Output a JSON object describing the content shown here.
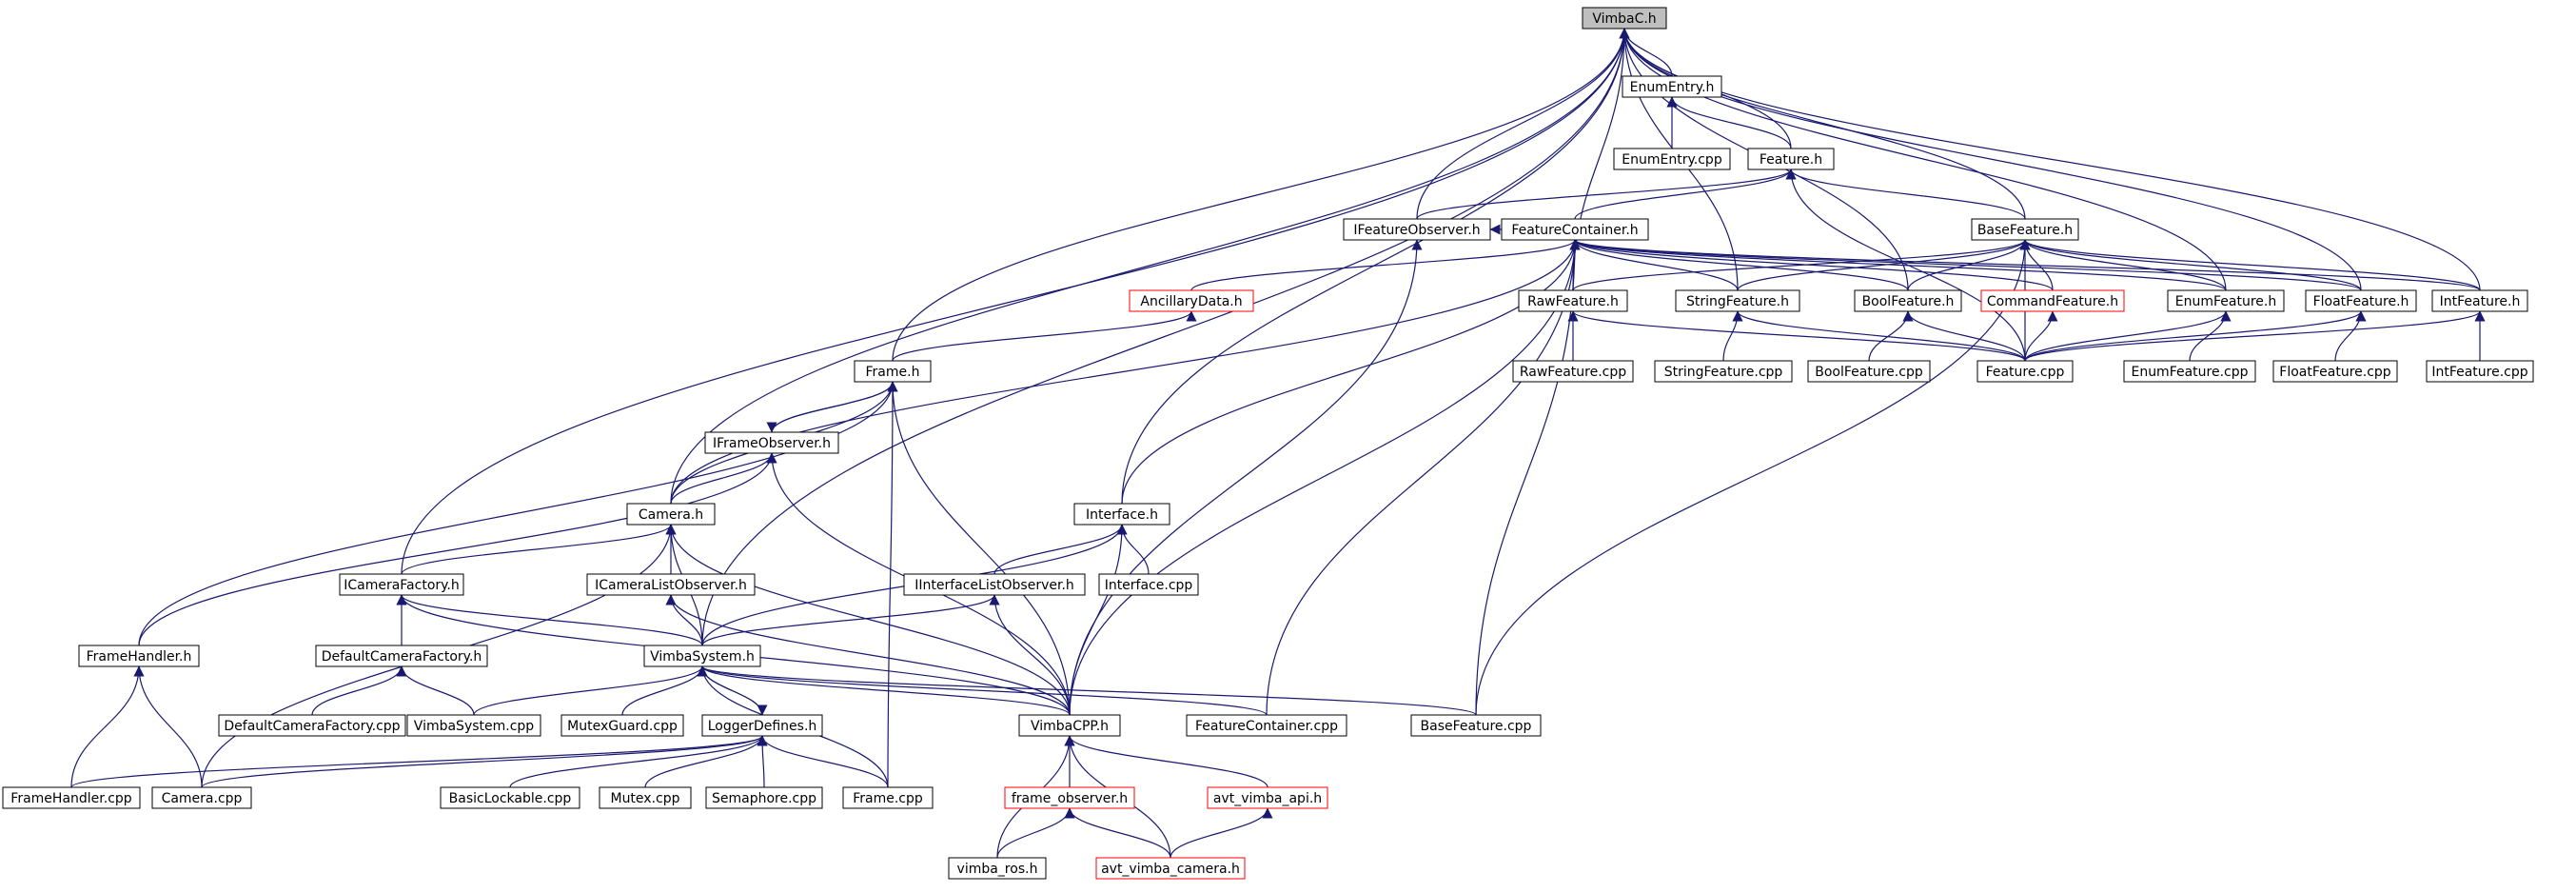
{
  "colors": {
    "edge": "#191970",
    "node_border": "#000000",
    "node_border_truncated": "#ff0000",
    "root_fill": "#bfbfbf",
    "node_fill": "#ffffff"
  },
  "nodes": [
    {
      "id": "vimbac_h",
      "label": "VimbaC.h",
      "style": "root"
    },
    {
      "id": "enumentry_h",
      "label": "EnumEntry.h",
      "style": "normal"
    },
    {
      "id": "enumentry_cpp",
      "label": "EnumEntry.cpp",
      "style": "normal"
    },
    {
      "id": "feature_h",
      "label": "Feature.h",
      "style": "normal"
    },
    {
      "id": "ifeatureobserver_h",
      "label": "IFeatureObserver.h",
      "style": "normal"
    },
    {
      "id": "featurecontainer_h",
      "label": "FeatureContainer.h",
      "style": "normal"
    },
    {
      "id": "basefeature_h",
      "label": "BaseFeature.h",
      "style": "normal"
    },
    {
      "id": "ancillarydata_h",
      "label": "AncillaryData.h",
      "style": "truncated"
    },
    {
      "id": "rawfeature_h",
      "label": "RawFeature.h",
      "style": "normal"
    },
    {
      "id": "stringfeature_h",
      "label": "StringFeature.h",
      "style": "normal"
    },
    {
      "id": "boolfeature_h",
      "label": "BoolFeature.h",
      "style": "normal"
    },
    {
      "id": "commandfeature_h",
      "label": "CommandFeature.h",
      "style": "truncated"
    },
    {
      "id": "enumfeature_h",
      "label": "EnumFeature.h",
      "style": "normal"
    },
    {
      "id": "floatfeature_h",
      "label": "FloatFeature.h",
      "style": "normal"
    },
    {
      "id": "intfeature_h",
      "label": "IntFeature.h",
      "style": "normal"
    },
    {
      "id": "rawfeature_cpp",
      "label": "RawFeature.cpp",
      "style": "normal"
    },
    {
      "id": "stringfeature_cpp",
      "label": "StringFeature.cpp",
      "style": "normal"
    },
    {
      "id": "boolfeature_cpp",
      "label": "BoolFeature.cpp",
      "style": "normal"
    },
    {
      "id": "feature_cpp",
      "label": "Feature.cpp",
      "style": "normal"
    },
    {
      "id": "enumfeature_cpp",
      "label": "EnumFeature.cpp",
      "style": "normal"
    },
    {
      "id": "floatfeature_cpp",
      "label": "FloatFeature.cpp",
      "style": "normal"
    },
    {
      "id": "intfeature_cpp",
      "label": "IntFeature.cpp",
      "style": "normal"
    },
    {
      "id": "frame_h",
      "label": "Frame.h",
      "style": "normal"
    },
    {
      "id": "iframeobserver_h",
      "label": "IFrameObserver.h",
      "style": "normal"
    },
    {
      "id": "camera_h",
      "label": "Camera.h",
      "style": "normal"
    },
    {
      "id": "interface_h",
      "label": "Interface.h",
      "style": "normal"
    },
    {
      "id": "icamerafactory_h",
      "label": "ICameraFactory.h",
      "style": "normal"
    },
    {
      "id": "icameralistobserver_h",
      "label": "ICameraListObserver.h",
      "style": "normal"
    },
    {
      "id": "iinterfacelistobserver_h",
      "label": "IInterfaceListObserver.h",
      "style": "normal"
    },
    {
      "id": "interface_cpp",
      "label": "Interface.cpp",
      "style": "normal"
    },
    {
      "id": "framehandler_h",
      "label": "FrameHandler.h",
      "style": "normal"
    },
    {
      "id": "defaultcamerafactory_h",
      "label": "DefaultCameraFactory.h",
      "style": "normal"
    },
    {
      "id": "vimbasystem_h",
      "label": "VimbaSystem.h",
      "style": "normal"
    },
    {
      "id": "defaultcamerafactory_cpp",
      "label": "DefaultCameraFactory.cpp",
      "style": "normal"
    },
    {
      "id": "vimbasystem_cpp",
      "label": "VimbaSystem.cpp",
      "style": "normal"
    },
    {
      "id": "mutexguard_cpp",
      "label": "MutexGuard.cpp",
      "style": "normal"
    },
    {
      "id": "loggerdefines_h",
      "label": "LoggerDefines.h",
      "style": "normal"
    },
    {
      "id": "vimbacpp_h",
      "label": "VimbaCPP.h",
      "style": "normal"
    },
    {
      "id": "featurecontainer_cpp",
      "label": "FeatureContainer.cpp",
      "style": "normal"
    },
    {
      "id": "basefeature_cpp",
      "label": "BaseFeature.cpp",
      "style": "normal"
    },
    {
      "id": "framehandler_cpp",
      "label": "FrameHandler.cpp",
      "style": "normal"
    },
    {
      "id": "camera_cpp",
      "label": "Camera.cpp",
      "style": "normal"
    },
    {
      "id": "basiclockable_cpp",
      "label": "BasicLockable.cpp",
      "style": "normal"
    },
    {
      "id": "mutex_cpp",
      "label": "Mutex.cpp",
      "style": "normal"
    },
    {
      "id": "semaphore_cpp",
      "label": "Semaphore.cpp",
      "style": "normal"
    },
    {
      "id": "frame_cpp",
      "label": "Frame.cpp",
      "style": "normal"
    },
    {
      "id": "frame_observer_h",
      "label": "frame_observer.h",
      "style": "truncated"
    },
    {
      "id": "avt_vimba_api_h",
      "label": "avt_vimba_api.h",
      "style": "truncated"
    },
    {
      "id": "vimba_ros_h",
      "label": "vimba_ros.h",
      "style": "normal"
    },
    {
      "id": "avt_vimba_camera_h",
      "label": "avt_vimba_camera.h",
      "style": "truncated"
    }
  ],
  "edges": [
    [
      "enumentry_h",
      "vimbac_h"
    ],
    [
      "feature_h",
      "vimbac_h"
    ],
    [
      "ifeatureobserver_h",
      "vimbac_h"
    ],
    [
      "basefeature_h",
      "vimbac_h"
    ],
    [
      "rawfeature_h",
      "vimbac_h"
    ],
    [
      "stringfeature_h",
      "vimbac_h"
    ],
    [
      "boolfeature_h",
      "vimbac_h"
    ],
    [
      "enumfeature_h",
      "vimbac_h"
    ],
    [
      "floatfeature_h",
      "vimbac_h"
    ],
    [
      "intfeature_h",
      "vimbac_h"
    ],
    [
      "frame_h",
      "vimbac_h"
    ],
    [
      "camera_h",
      "vimbac_h"
    ],
    [
      "interface_h",
      "vimbac_h"
    ],
    [
      "icamerafactory_h",
      "vimbac_h"
    ],
    [
      "vimbasystem_h",
      "vimbac_h"
    ],
    [
      "enumentry_cpp",
      "enumentry_h"
    ],
    [
      "feature_h",
      "enumentry_h"
    ],
    [
      "ifeatureobserver_h",
      "feature_h"
    ],
    [
      "featurecontainer_h",
      "feature_h"
    ],
    [
      "basefeature_h",
      "feature_h"
    ],
    [
      "feature_cpp",
      "feature_h"
    ],
    [
      "featurecontainer_h",
      "ifeatureobserver_h"
    ],
    [
      "vimbacpp_h",
      "ifeatureobserver_h"
    ],
    [
      "ancillarydata_h",
      "featurecontainer_h"
    ],
    [
      "rawfeature_h",
      "featurecontainer_h"
    ],
    [
      "stringfeature_h",
      "featurecontainer_h"
    ],
    [
      "boolfeature_h",
      "featurecontainer_h"
    ],
    [
      "commandfeature_h",
      "featurecontainer_h"
    ],
    [
      "enumfeature_h",
      "featurecontainer_h"
    ],
    [
      "floatfeature_h",
      "featurecontainer_h"
    ],
    [
      "intfeature_h",
      "featurecontainer_h"
    ],
    [
      "camera_h",
      "featurecontainer_h"
    ],
    [
      "interface_h",
      "featurecontainer_h"
    ],
    [
      "vimbacpp_h",
      "featurecontainer_h"
    ],
    [
      "featurecontainer_cpp",
      "featurecontainer_h"
    ],
    [
      "basefeature_cpp",
      "featurecontainer_h"
    ],
    [
      "rawfeature_h",
      "basefeature_h"
    ],
    [
      "stringfeature_h",
      "basefeature_h"
    ],
    [
      "boolfeature_h",
      "basefeature_h"
    ],
    [
      "commandfeature_h",
      "basefeature_h"
    ],
    [
      "enumfeature_h",
      "basefeature_h"
    ],
    [
      "floatfeature_h",
      "basefeature_h"
    ],
    [
      "intfeature_h",
      "basefeature_h"
    ],
    [
      "feature_cpp",
      "basefeature_h"
    ],
    [
      "basefeature_cpp",
      "basefeature_h"
    ],
    [
      "frame_h",
      "ancillarydata_h"
    ],
    [
      "rawfeature_cpp",
      "rawfeature_h"
    ],
    [
      "feature_cpp",
      "rawfeature_h"
    ],
    [
      "stringfeature_cpp",
      "stringfeature_h"
    ],
    [
      "feature_cpp",
      "stringfeature_h"
    ],
    [
      "boolfeature_cpp",
      "boolfeature_h"
    ],
    [
      "feature_cpp",
      "boolfeature_h"
    ],
    [
      "feature_cpp",
      "commandfeature_h"
    ],
    [
      "enumfeature_cpp",
      "enumfeature_h"
    ],
    [
      "feature_cpp",
      "enumfeature_h"
    ],
    [
      "floatfeature_cpp",
      "floatfeature_h"
    ],
    [
      "feature_cpp",
      "floatfeature_h"
    ],
    [
      "intfeature_cpp",
      "intfeature_h"
    ],
    [
      "feature_cpp",
      "intfeature_h"
    ],
    [
      "iframeobserver_h",
      "frame_h"
    ],
    [
      "camera_h",
      "frame_h"
    ],
    [
      "framehandler_h",
      "frame_h"
    ],
    [
      "vimbacpp_h",
      "frame_h"
    ],
    [
      "frame_cpp",
      "frame_h"
    ],
    [
      "frame_h",
      "iframeobserver_h"
    ],
    [
      "camera_h",
      "iframeobserver_h"
    ],
    [
      "framehandler_h",
      "iframeobserver_h"
    ],
    [
      "vimbacpp_h",
      "iframeobserver_h"
    ],
    [
      "icamerafactory_h",
      "camera_h"
    ],
    [
      "icameralistobserver_h",
      "camera_h"
    ],
    [
      "vimbasystem_h",
      "camera_h"
    ],
    [
      "vimbacpp_h",
      "camera_h"
    ],
    [
      "camera_cpp",
      "camera_h"
    ],
    [
      "iinterfacelistobserver_h",
      "interface_h"
    ],
    [
      "interface_cpp",
      "interface_h"
    ],
    [
      "vimbasystem_h",
      "interface_h"
    ],
    [
      "vimbacpp_h",
      "interface_h"
    ],
    [
      "defaultcamerafactory_h",
      "icamerafactory_h"
    ],
    [
      "vimbasystem_h",
      "icamerafactory_h"
    ],
    [
      "vimbacpp_h",
      "icamerafactory_h"
    ],
    [
      "vimbasystem_h",
      "icameralistobserver_h"
    ],
    [
      "vimbacpp_h",
      "icameralistobserver_h"
    ],
    [
      "vimbasystem_h",
      "iinterfacelistobserver_h"
    ],
    [
      "vimbacpp_h",
      "iinterfacelistobserver_h"
    ],
    [
      "framehandler_cpp",
      "framehandler_h"
    ],
    [
      "camera_cpp",
      "framehandler_h"
    ],
    [
      "defaultcamerafactory_cpp",
      "defaultcamerafactory_h"
    ],
    [
      "vimbasystem_cpp",
      "defaultcamerafactory_h"
    ],
    [
      "vimbasystem_cpp",
      "vimbasystem_h"
    ],
    [
      "mutexguard_cpp",
      "vimbasystem_h"
    ],
    [
      "loggerdefines_h",
      "vimbasystem_h"
    ],
    [
      "vimbacpp_h",
      "vimbasystem_h"
    ],
    [
      "featurecontainer_cpp",
      "vimbasystem_h"
    ],
    [
      "basefeature_cpp",
      "vimbasystem_h"
    ],
    [
      "frame_cpp",
      "vimbasystem_h"
    ],
    [
      "vimbasystem_h",
      "loggerdefines_h"
    ],
    [
      "framehandler_cpp",
      "loggerdefines_h"
    ],
    [
      "camera_cpp",
      "loggerdefines_h"
    ],
    [
      "basiclockable_cpp",
      "loggerdefines_h"
    ],
    [
      "mutex_cpp",
      "loggerdefines_h"
    ],
    [
      "semaphore_cpp",
      "loggerdefines_h"
    ],
    [
      "frame_cpp",
      "loggerdefines_h"
    ],
    [
      "frame_observer_h",
      "vimbacpp_h"
    ],
    [
      "avt_vimba_api_h",
      "vimbacpp_h"
    ],
    [
      "vimba_ros_h",
      "vimbacpp_h"
    ],
    [
      "avt_vimba_camera_h",
      "vimbacpp_h"
    ],
    [
      "vimba_ros_h",
      "frame_observer_h"
    ],
    [
      "avt_vimba_camera_h",
      "frame_observer_h"
    ],
    [
      "avt_vimba_camera_h",
      "avt_vimba_api_h"
    ]
  ]
}
